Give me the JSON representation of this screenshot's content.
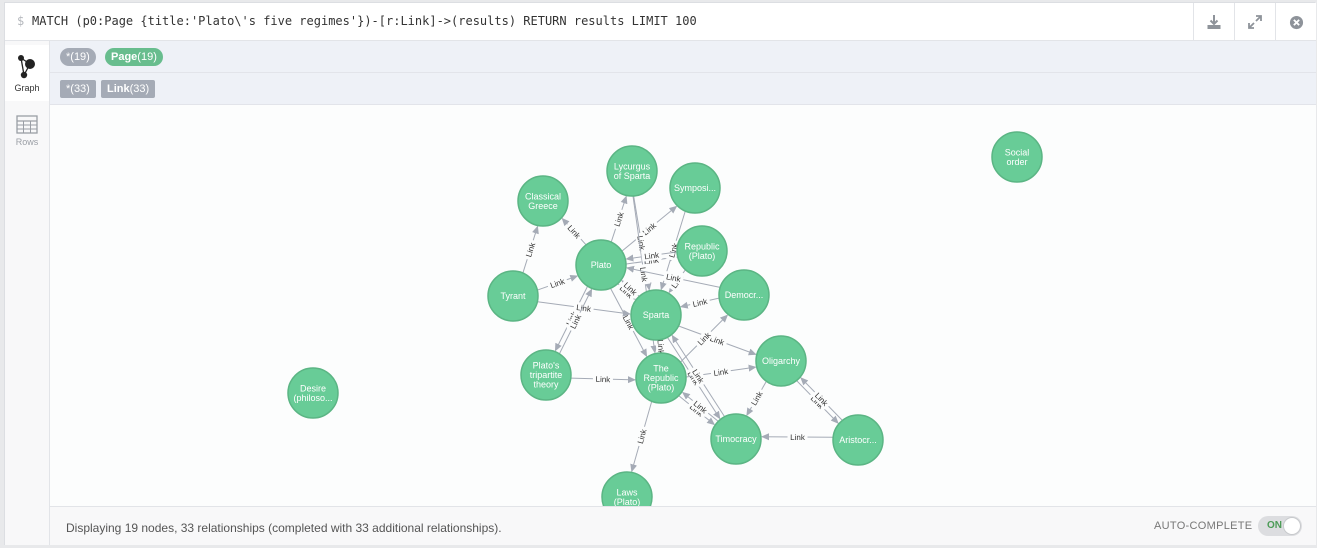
{
  "command": {
    "prompt": "$",
    "query": "MATCH (p0:Page {title:'Plato\\'s five regimes'})-[r:Link]->(results) RETURN results LIMIT 100"
  },
  "toolbar": {
    "download_icon": "download-icon",
    "expand_icon": "expand-icon",
    "close_icon": "close-circle-icon"
  },
  "sidebar": {
    "graph_label": "Graph",
    "rows_label": "Rows"
  },
  "node_tags": [
    {
      "label": "*(19)",
      "color": "#a5abb6"
    },
    {
      "name": "Page",
      "count": "(19)",
      "color": "#68bd8e"
    }
  ],
  "rel_tags": [
    {
      "label": "*(33)",
      "color": "#a5abb6"
    },
    {
      "name": "Link",
      "count": "(33)",
      "color": "#a5abb6"
    }
  ],
  "graph": {
    "node_color": "#68cc97",
    "node_border": "#5bb584",
    "edge_color": "#a5abb6",
    "edge_label": "Link",
    "nodes": [
      {
        "id": "plato",
        "lines": [
          "Plato"
        ]
      },
      {
        "id": "sparta",
        "lines": [
          "Sparta"
        ]
      },
      {
        "id": "republic2",
        "lines": [
          "The",
          "Republic",
          "(Plato)"
        ]
      },
      {
        "id": "classical",
        "lines": [
          "Classical",
          "Greece"
        ]
      },
      {
        "id": "lycurgus",
        "lines": [
          "Lycurgus",
          "of Sparta"
        ]
      },
      {
        "id": "symposium",
        "lines": [
          "Symposi..."
        ]
      },
      {
        "id": "republic1",
        "lines": [
          "Republic",
          "(Plato)"
        ]
      },
      {
        "id": "tyrant",
        "lines": [
          "Tyrant"
        ]
      },
      {
        "id": "democr",
        "lines": [
          "Democr..."
        ]
      },
      {
        "id": "tripartite",
        "lines": [
          "Plato's",
          "tripartite",
          "theory"
        ]
      },
      {
        "id": "oligarchy",
        "lines": [
          "Oligarchy"
        ]
      },
      {
        "id": "timocracy",
        "lines": [
          "Timocracy"
        ]
      },
      {
        "id": "aristocr",
        "lines": [
          "Aristocr..."
        ]
      },
      {
        "id": "laws",
        "lines": [
          "Laws",
          "(Plato)"
        ]
      },
      {
        "id": "desire",
        "lines": [
          "Desire",
          "(philoso..."
        ]
      },
      {
        "id": "social",
        "lines": [
          "Social",
          "order"
        ]
      }
    ],
    "edges": [
      [
        "plato",
        "classical"
      ],
      [
        "plato",
        "lycurgus"
      ],
      [
        "plato",
        "symposium"
      ],
      [
        "plato",
        "republic1"
      ],
      [
        "plato",
        "sparta"
      ],
      [
        "plato",
        "republic2"
      ],
      [
        "plato",
        "tripartite"
      ],
      [
        "tyrant",
        "classical"
      ],
      [
        "tyrant",
        "plato"
      ],
      [
        "tyrant",
        "sparta"
      ],
      [
        "tripartite",
        "plato"
      ],
      [
        "tripartite",
        "republic2"
      ],
      [
        "lycurgus",
        "sparta"
      ],
      [
        "lycurgus",
        "republic2"
      ],
      [
        "symposium",
        "sparta"
      ],
      [
        "republic1",
        "sparta"
      ],
      [
        "republic1",
        "plato"
      ],
      [
        "democr",
        "plato"
      ],
      [
        "democr",
        "sparta"
      ],
      [
        "sparta",
        "plato"
      ],
      [
        "sparta",
        "oligarchy"
      ],
      [
        "sparta",
        "timocracy"
      ],
      [
        "republic2",
        "democr"
      ],
      [
        "republic2",
        "oligarchy"
      ],
      [
        "republic2",
        "timocracy"
      ],
      [
        "republic2",
        "laws"
      ],
      [
        "republic2",
        "sparta"
      ],
      [
        "oligarchy",
        "timocracy"
      ],
      [
        "oligarchy",
        "aristocr"
      ],
      [
        "aristocr",
        "oligarchy"
      ],
      [
        "aristocr",
        "timocracy"
      ],
      [
        "timocracy",
        "republic2"
      ],
      [
        "timocracy",
        "sparta"
      ]
    ]
  },
  "footer": {
    "status": "Displaying 19 nodes, 33 relationships (completed with 33 additional relationships).",
    "autocomplete_label": "AUTO-COMPLETE",
    "toggle_state": "ON"
  }
}
